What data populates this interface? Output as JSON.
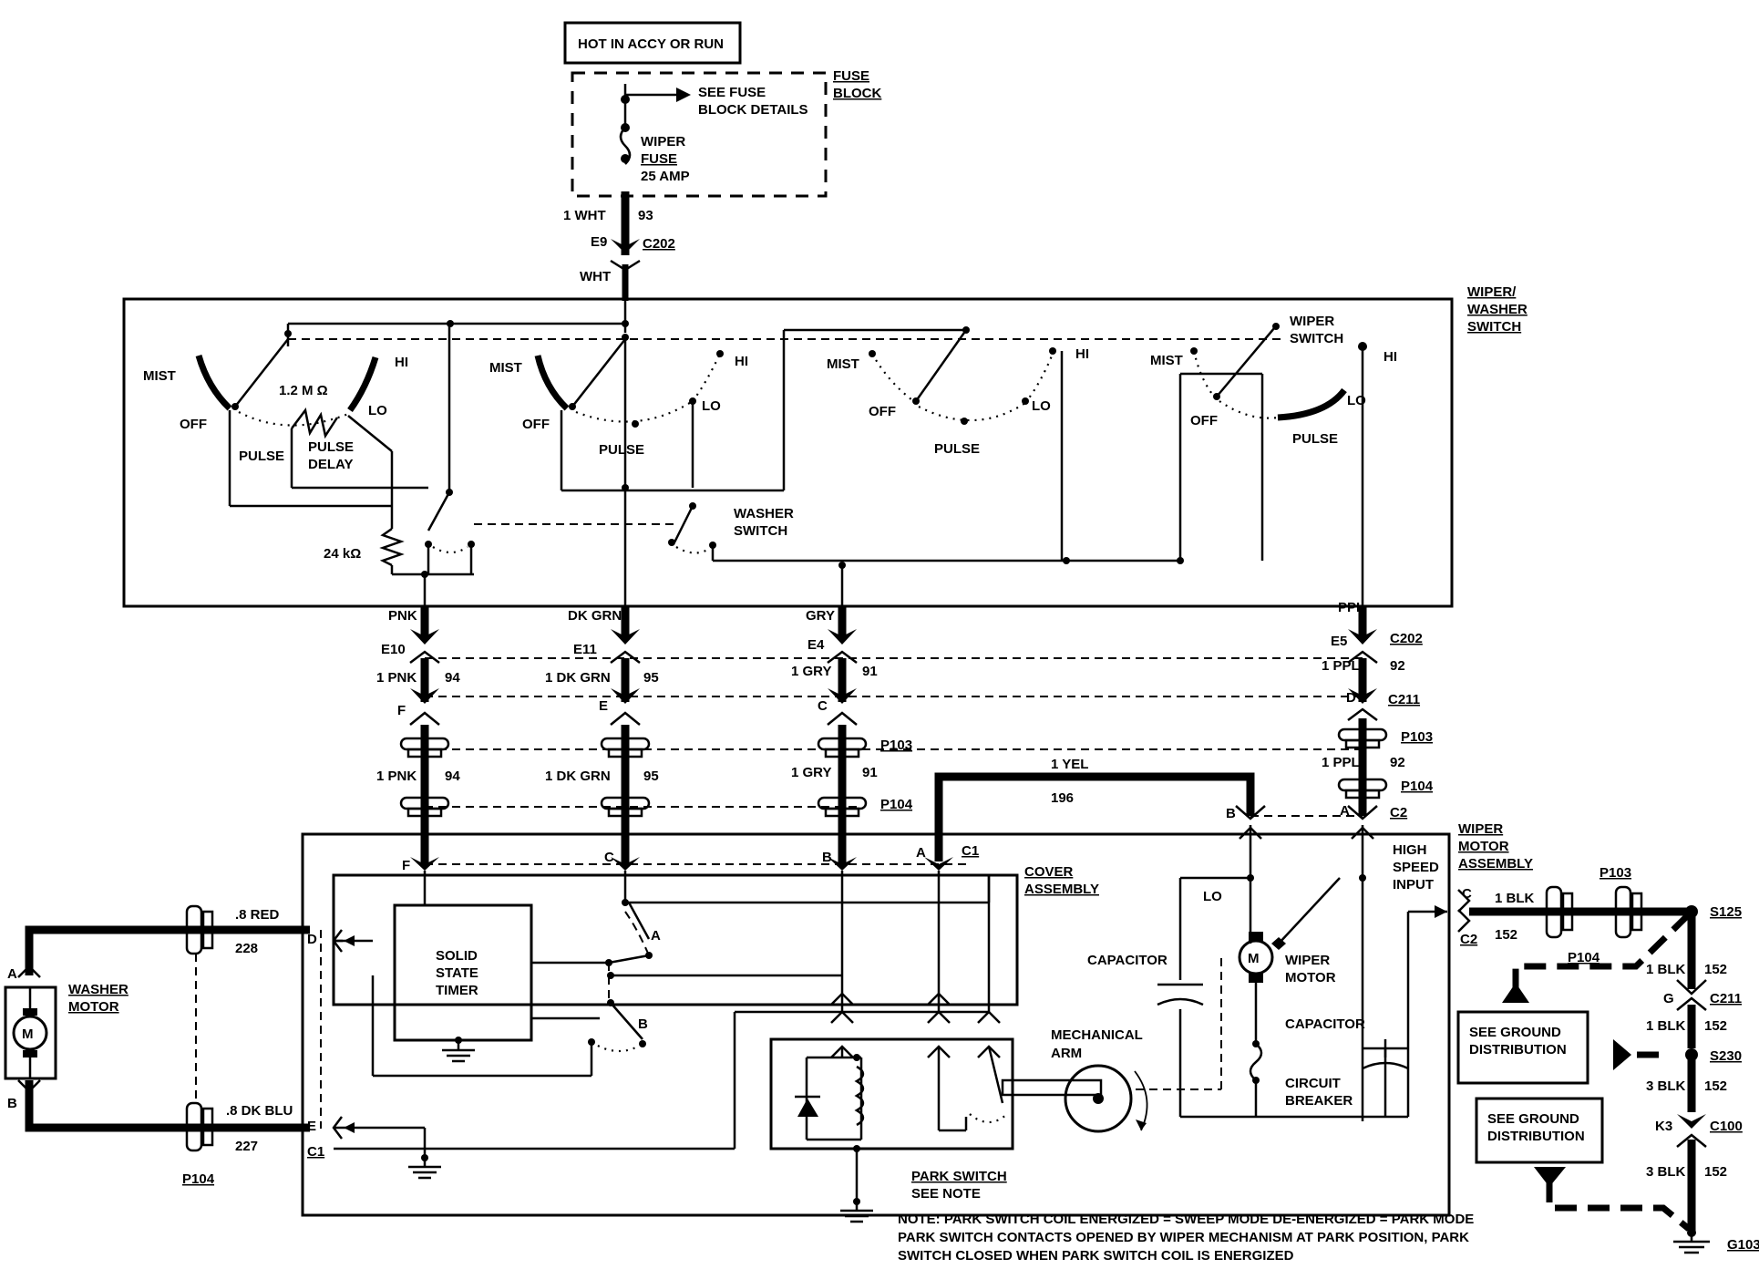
{
  "labels": {
    "hot": "HOT IN ACCY OR RUN",
    "fuse_block": [
      "FUSE",
      "BLOCK"
    ],
    "see_fuse": [
      "SEE FUSE",
      "BLOCK DETAILS"
    ],
    "wiper_fuse": [
      "WIPER",
      "FUSE",
      "25 AMP"
    ],
    "c202": "C202",
    "c211": "C211",
    "p103": "P103",
    "p104": "P104",
    "c1": "C1",
    "c2": "C2",
    "c100": "C100",
    "s125": "S125",
    "s230": "S230",
    "g103": "G103",
    "wiper_washer_switch": [
      "WIPER/",
      "WASHER",
      "SWITCH"
    ],
    "wiper_switch": [
      "WIPER",
      "SWITCH"
    ],
    "washer_switch": [
      "WASHER",
      "SWITCH"
    ],
    "mist": "MIST",
    "hi": "HI",
    "lo": "LO",
    "off": "OFF",
    "pulse": "PULSE",
    "pulse_delay": [
      "PULSE",
      "DELAY"
    ],
    "res_1_2m": "1.2 M Ω",
    "res_24k": "24 kΩ",
    "cover_assembly": [
      "COVER",
      "ASSEMBLY"
    ],
    "solid_state_timer": [
      "SOLID",
      "STATE",
      "TIMER"
    ],
    "a": "A",
    "b": "B",
    "capacitor": "CAPACITOR",
    "wiper_motor": [
      "WIPER",
      "MOTOR"
    ],
    "mechanical_arm": [
      "MECHANICAL",
      "ARM"
    ],
    "circuit_breaker": [
      "CIRCUIT",
      "BREAKER"
    ],
    "high_speed_input": [
      "HIGH",
      "SPEED",
      "INPUT"
    ],
    "park_switch": [
      "PARK SWITCH",
      "SEE NOTE"
    ],
    "wiper_motor_assembly": [
      "WIPER",
      "MOTOR",
      "ASSEMBLY"
    ],
    "washer_motor": [
      "WASHER",
      "MOTOR"
    ],
    "see_ground": [
      "SEE GROUND",
      "DISTRIBUTION"
    ],
    "motor_symbol": "M"
  },
  "wires": {
    "feed_color": "1 WHT",
    "feed_circuit": "93",
    "feed_pin": "E9",
    "switch_in": "WHT",
    "pnk": "PNK",
    "dkgrn": "DK GRN",
    "gry": "GRY",
    "ppl": "PPL",
    "pins_c202": [
      "E10",
      "E11",
      "E4",
      "E5"
    ],
    "colors_1": [
      "1 PNK",
      "1 DK GRN",
      "1 GRY",
      "1 PPL"
    ],
    "circuits": [
      "94",
      "95",
      "91",
      "92"
    ],
    "pins_c211": [
      "F",
      "E",
      "C",
      "D"
    ],
    "yel": "1 YEL",
    "yel_circuit": "196",
    "c2_pins": [
      "B",
      "A"
    ],
    "c1_pins": [
      "F",
      "C",
      "B",
      "A"
    ],
    "red": ".8 RED",
    "red_circuit": "228",
    "blu": ".8 DK BLU",
    "blu_circuit": "227",
    "washer_pins": [
      "D",
      "E"
    ],
    "motor_pins": [
      "A",
      "B"
    ],
    "blk": "1 BLK",
    "blk3": "3 BLK",
    "blk_circuit": "152",
    "ground_pins": [
      "C",
      "G",
      "K3"
    ]
  },
  "note": [
    "NOTE: PARK SWITCH COIL ENERGIZED = SWEEP MODE    DE-ENERGIZED = PARK MODE",
    "PARK SWITCH CONTACTS OPENED BY WIPER MECHANISM AT PARK POSITION, PARK",
    "SWITCH CLOSED WHEN PARK SWITCH COIL IS ENERGIZED"
  ]
}
